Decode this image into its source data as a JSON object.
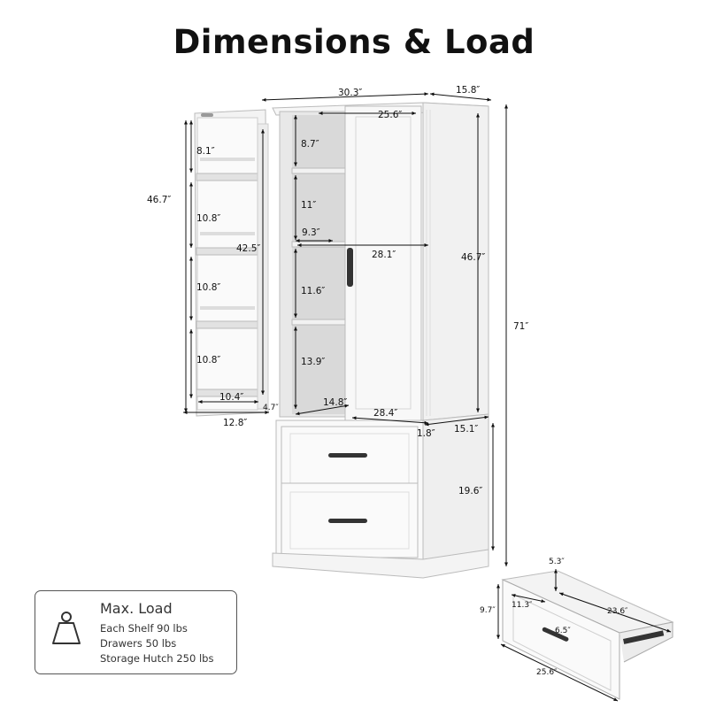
{
  "title": "Dimensions & Load",
  "dimensions": {
    "top_width": "30.3″",
    "top_depth": "15.8″",
    "interior_width": "25.6″",
    "door_height": "46.7″",
    "door_shelf_1": "8.1″",
    "door_shelf_2": "10.8″",
    "door_shelf_3": "10.8″",
    "door_shelf_4": "10.8″",
    "door_inner_height": "42.5″",
    "door_inner_width": "10.4″",
    "door_depth": "4.7″",
    "door_width": "12.8″",
    "cab_shelf_1": "8.7″",
    "cab_shelf_2": "11″",
    "cab_shelf_3": "11.6″",
    "cab_shelf_4": "13.9″",
    "shelf_width": "9.3″",
    "shelf_depth": "14.8″",
    "interior_span": "28.1″",
    "interior_bottom_width": "28.4″",
    "side_height": "46.7″",
    "total_height": "71″",
    "side_offset": "1.8″",
    "base_depth": "15.1″",
    "drawer_section_height": "19.6″",
    "drawer_height": "9.7″",
    "drawer_inner_depth": "11.3″",
    "drawer_front_gap": "5.3″",
    "drawer_length": "23.6″",
    "drawer_handle": "6.5″",
    "drawer_width": "25.6″"
  },
  "load": {
    "title": "Max. Load",
    "items": [
      "Each Shelf 90 lbs",
      "Drawers  50 lbs",
      "Storage Hutch  250 lbs"
    ],
    "icon": "weight-icon"
  }
}
